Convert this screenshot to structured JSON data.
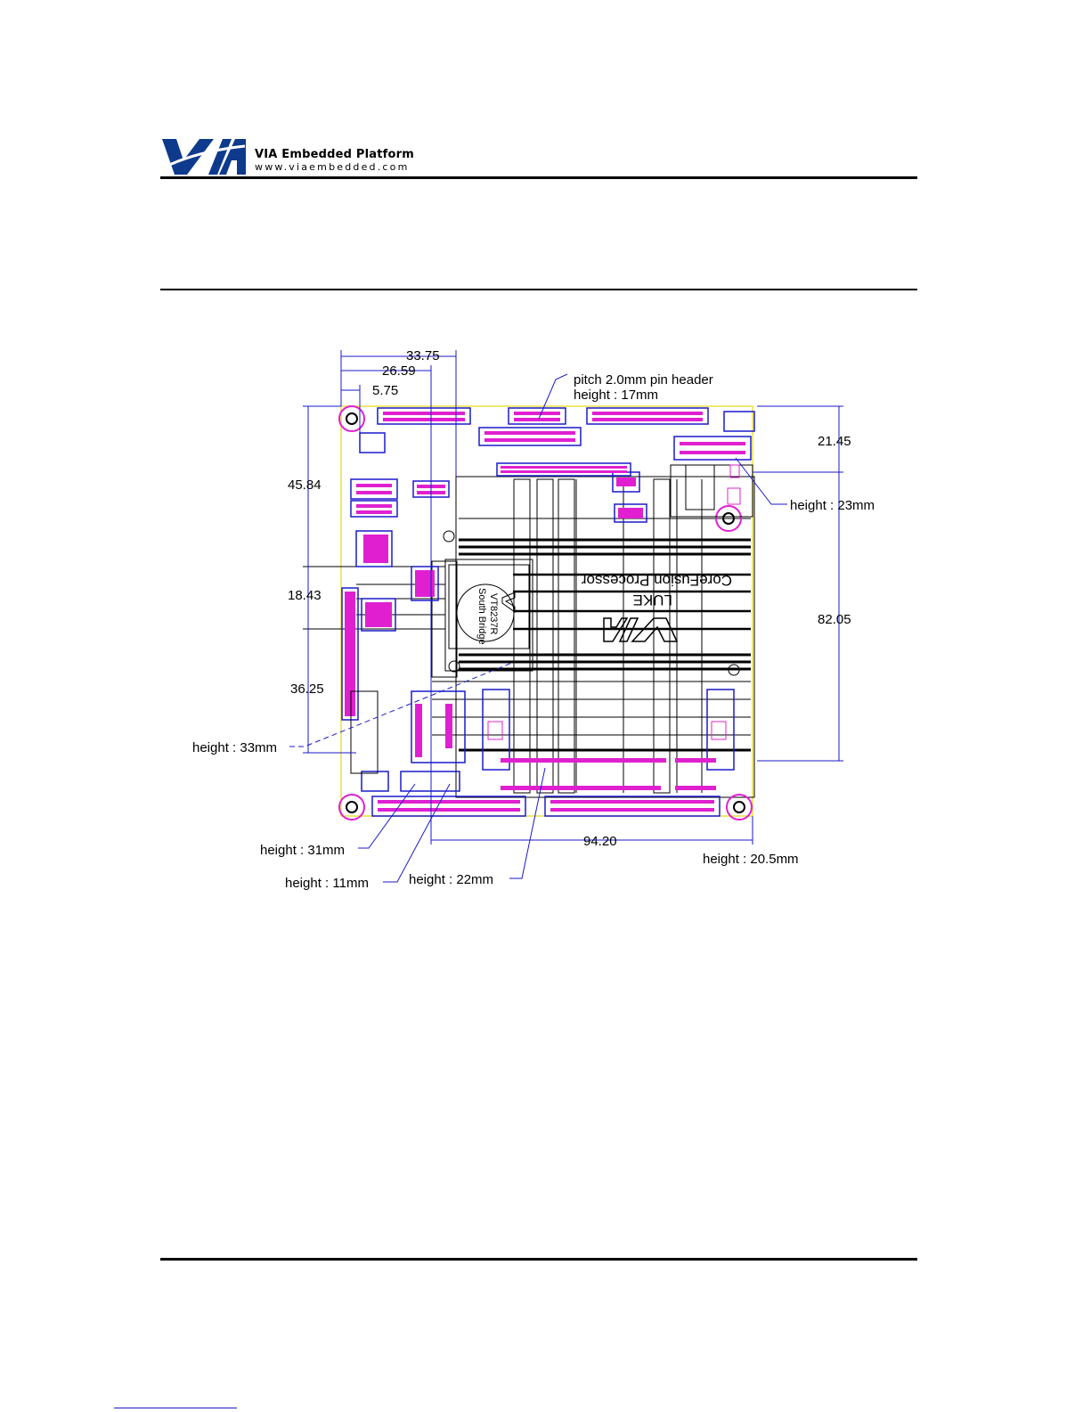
{
  "header": {
    "brand": "VIA Embedded Platform",
    "url": "www.viaembedded.com"
  },
  "drawing": {
    "dimensions": {
      "top_33_75": "33.75",
      "top_26_59": "26.59",
      "top_5_75": "5.75",
      "left_45_84": "45.84",
      "left_18_43": "18.43",
      "left_36_25": "36.25",
      "right_21_45": "21.45",
      "right_82_05": "82.05",
      "bottom_94_20": "94.20"
    },
    "callouts": {
      "pin_header_pitch": "pitch 2.0mm pin header",
      "pin_header_height": "height : 17mm",
      "right_23": "height : 23mm",
      "left_33": "height : 33mm",
      "bottom_31": "height : 31mm",
      "bottom_11": "height : 11mm",
      "bottom_22": "height : 22mm",
      "bottom_20_5": "height : 20.5mm"
    },
    "chip_labels": {
      "processor_line1": "CoreFusion Processor",
      "processor_line2": "LUKE",
      "southbridge_line1": "VT8237R",
      "southbridge_line2": "South Bridge"
    },
    "colors": {
      "dimension_line": "#1a1acc",
      "pads": "#e020d0",
      "board_outline": "#e8e040",
      "heatsink": "#000000"
    }
  }
}
